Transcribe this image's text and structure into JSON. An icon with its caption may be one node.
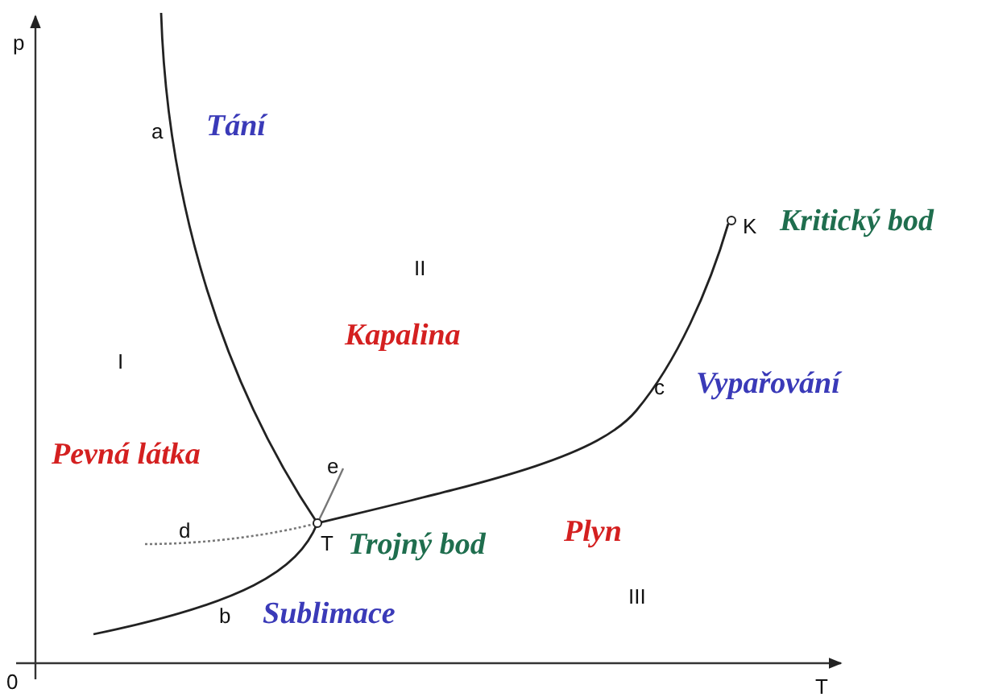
{
  "diagram": {
    "labels": [
      "p",
      "a",
      "Tání",
      "II",
      "K",
      "Kritický bod",
      "I",
      "Kapalina",
      "c",
      "Vypařování",
      "Pevná látka",
      "e",
      "d",
      "T",
      "Trojný bod",
      "Plyn",
      "III",
      "b",
      "Sublimace",
      "0",
      "T"
    ]
  }
}
